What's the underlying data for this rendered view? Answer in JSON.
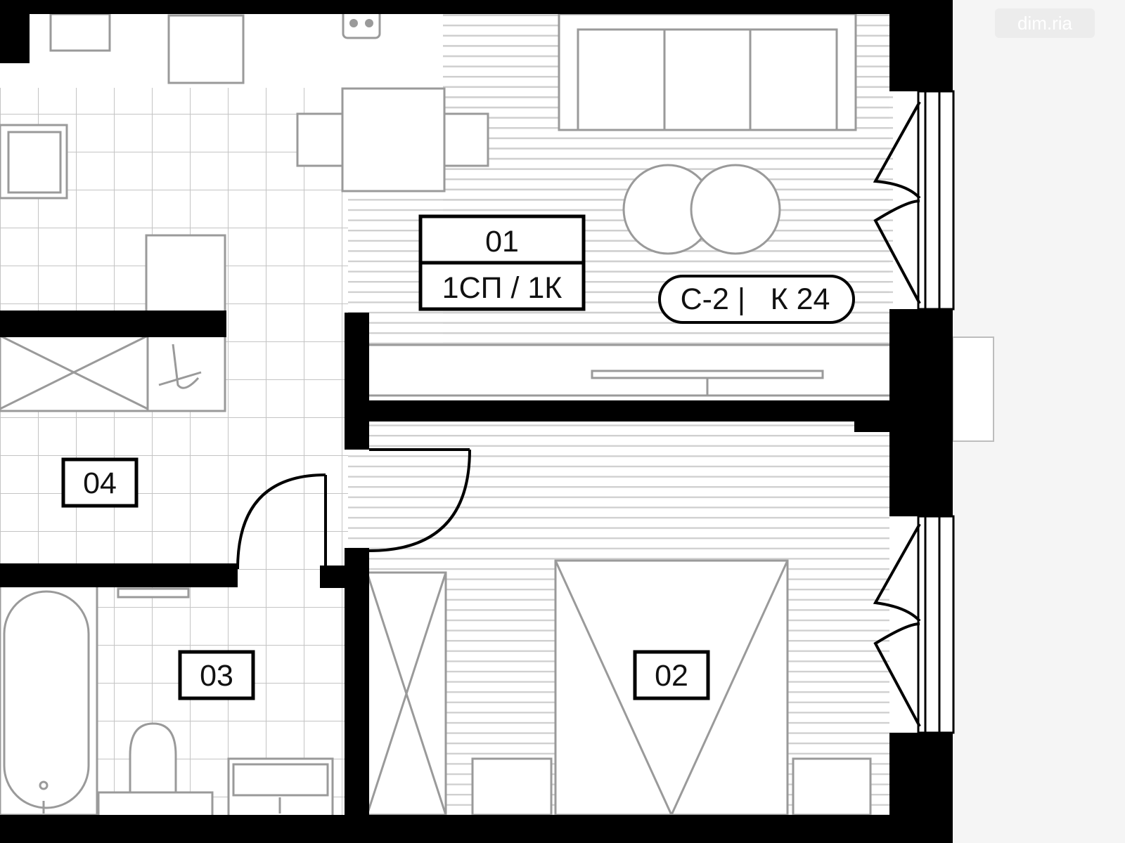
{
  "rooms": {
    "living": {
      "number": "01",
      "type": "1СП / 1К"
    },
    "bedroom": {
      "number": "02"
    },
    "bathroom": {
      "number": "03"
    },
    "hall": {
      "number": "04"
    }
  },
  "section_tag": {
    "section": "С-2 |",
    "apartment": "К 24"
  },
  "watermark": {
    "text": "dim.ria"
  },
  "colors": {
    "wall": "#000000",
    "furniture": "#9a9a9a",
    "hatch": "#cfcfcf",
    "tile": "#c4c4c4",
    "outside": "#f5f5f5"
  }
}
